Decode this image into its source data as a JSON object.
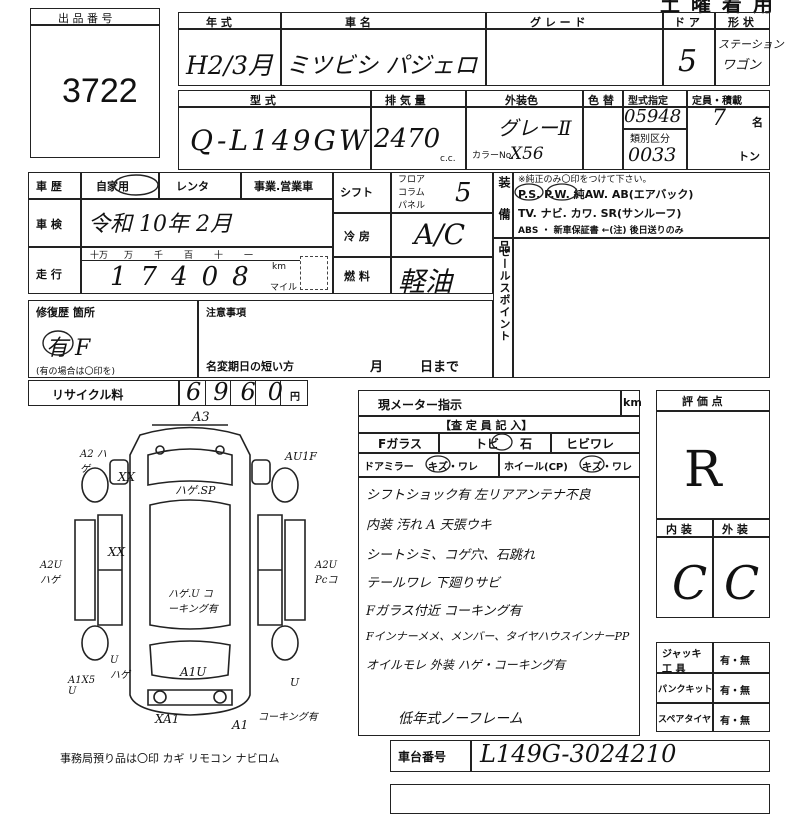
{
  "header": {
    "top_right": "土 曜 着 用"
  },
  "lot": {
    "label": "出 品 番 号",
    "number": "3722"
  },
  "vehicle": {
    "year_label": "年 式",
    "year_value": "H2/3月",
    "name_label": "車 名",
    "name_value": "ミツビシ パジェロ",
    "grade_label": "グ レ ー ド",
    "doors_label": "ド ア",
    "doors_value": "5",
    "shape_label": "形 状",
    "shape_value_1": "ステーション",
    "shape_value_2": "ワゴン",
    "model_label": "型 式",
    "model_value": "Q-L149GW",
    "displacement_label": "排 気 量",
    "displacement_value": "2470",
    "displacement_unit": "c.c.",
    "exterior_color_label": "外装色",
    "exterior_color_value": "グレーⅡ",
    "color_code_label": "カラーNo.",
    "color_code_value": "X56",
    "color_label": "色 替",
    "type_designation_label": "型式指定",
    "type_designation_value": "05948",
    "class_label": "類別区分",
    "class_value": "0033",
    "capacity_label": "定員・積載",
    "capacity_value": "7",
    "capacity_unit": "名",
    "load_unit": "トン"
  },
  "history": {
    "label": "車 歴",
    "options": [
      "自家用",
      "レンタ",
      "事業.営業車"
    ],
    "inspection_label": "車 検",
    "inspection_value": "令和 10年 2月",
    "mileage_label": "走 行",
    "mileage_units": [
      "十万",
      "万",
      "千",
      "百",
      "十",
      "一"
    ],
    "mileage_value": "17408",
    "mileage_unit_km": "km",
    "mileage_unit_mile": "マイル"
  },
  "shift": {
    "label": "シフト",
    "options": [
      "フロア",
      "コラム",
      "パネル"
    ],
    "value": "5",
    "ac_label": "冷 房",
    "ac_value": "A/C",
    "fuel_label": "燃 料",
    "fuel_value": "軽油"
  },
  "equipment": {
    "label": "装 備 品",
    "note": "※純正のみ〇印をつけて下さい。",
    "line1": "P.S. P.W. 純AW. AB(エアバック)",
    "line2": "TV. ナビ. カワ. SR(サンルーフ)",
    "line3": "ABS ・ 新車保証書 ←(注) 後日送りのみ"
  },
  "sales_point": {
    "label": "セールスポイント"
  },
  "repair": {
    "label": "修復歴 箇所",
    "value": "有 F",
    "note": "(有の場合は〇印を)"
  },
  "notes": {
    "label": "注意事項",
    "short_label": "名変期日の短い方",
    "month": "月",
    "day": "日まで"
  },
  "recycle": {
    "label": "リサイクル料",
    "value": "6960",
    "unit": "円"
  },
  "diagram": {
    "marks": [
      {
        "id": "m1",
        "text": "A3"
      },
      {
        "id": "m2",
        "text": "A2 ハゲ"
      },
      {
        "id": "m3",
        "text": "XX"
      },
      {
        "id": "m4",
        "text": "ハゲ.SP"
      },
      {
        "id": "m5",
        "text": "AU1F"
      },
      {
        "id": "m6",
        "text": "XX"
      },
      {
        "id": "m7",
        "text": "A2U ハゲ"
      },
      {
        "id": "m8",
        "text": "ハゲ.U コーキング有"
      },
      {
        "id": "m9",
        "text": "A2U Pcコ"
      },
      {
        "id": "m10",
        "text": "U ハゲ"
      },
      {
        "id": "m11",
        "text": "A1U"
      },
      {
        "id": "m12",
        "text": "A1X5 U"
      },
      {
        "id": "m13",
        "text": "XA1"
      },
      {
        "id": "m14",
        "text": "A1"
      },
      {
        "id": "m15",
        "text": "コーキング有"
      },
      {
        "id": "m16",
        "text": "U"
      }
    ]
  },
  "footer": {
    "text": "事務局預り品は〇印 カギ リモコン ナビロム"
  },
  "meter": {
    "label": "現メーター指示",
    "unit": "km"
  },
  "inspector": {
    "heading": "【査 定 員 記 入】",
    "fglass_label": "Fガラス",
    "fglass_option1": "トビ",
    "fglass_option1_suffix": "石",
    "fglass_option2": "ヒビワレ",
    "mirror_label": "ドアミラー",
    "mirror_value": "キズ・ワレ",
    "wheel_label": "ホイール(CP)",
    "wheel_value": "キズ・ワレ",
    "comments": [
      "シフトショック有  左リアアンテナ不良",
      "内装 汚れ A   天張ウキ",
      "シートシミ、コゲ穴、石跳れ",
      "テールワレ  下廻りサビ",
      "Fガラス付近 コーキング有",
      "Fインナーメメ、メンバー、タイヤハウスインナーPP",
      "オイルモレ   外装 ハゲ・コーキング有",
      "低年式ノーフレーム"
    ]
  },
  "evaluation": {
    "label": "評 価 点",
    "value": "R",
    "interior_label": "内 装",
    "interior_value": "C",
    "exterior_label": "外 装",
    "exterior_value": "C"
  },
  "tools": {
    "rows": [
      {
        "label": "ジャッキ 工 具",
        "value": "有・無"
      },
      {
        "label": "パンクキット",
        "value": "有・無"
      },
      {
        "label": "スペアタイヤ",
        "value": "有・無"
      }
    ]
  },
  "chassis": {
    "label": "車台番号",
    "value": "L149G-3024210"
  }
}
